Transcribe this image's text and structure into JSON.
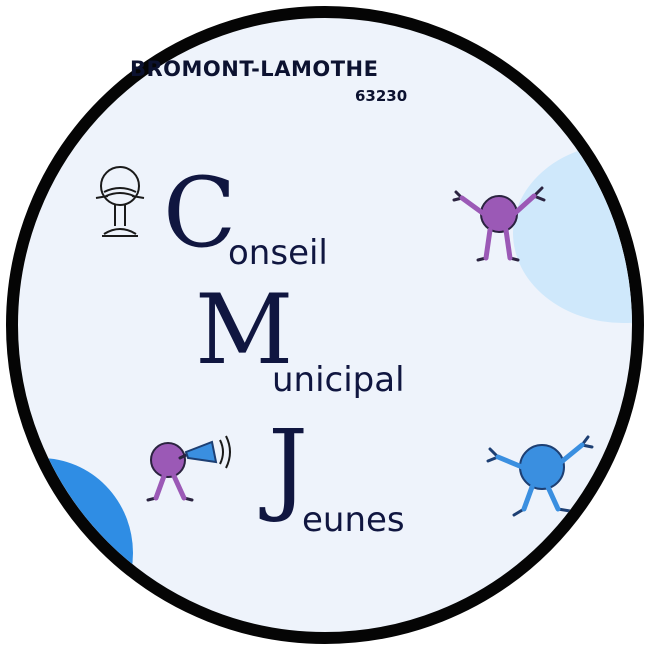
{
  "logo": {
    "town": "BROMONT-LAMOTHE",
    "postcode": "63230",
    "lines": [
      {
        "initial": "C",
        "rest": "onseil"
      },
      {
        "initial": "M",
        "rest": "unicipal"
      },
      {
        "initial": "J",
        "rest": "eunes"
      }
    ]
  },
  "colors": {
    "border": "#050505",
    "background": "#eef3fb",
    "text": "#101640",
    "purple": "#9b59b6",
    "blue": "#3a8fe0",
    "light_blue": "#cfe8fb",
    "bright_blue": "#2f8de4"
  },
  "icons": {
    "top_left": "meditating-figure-icon",
    "top_right": "cheering-purple-figure-icon",
    "bottom_left": "megaphone-figure-icon",
    "bottom_right": "dancing-blue-figure-icon"
  }
}
